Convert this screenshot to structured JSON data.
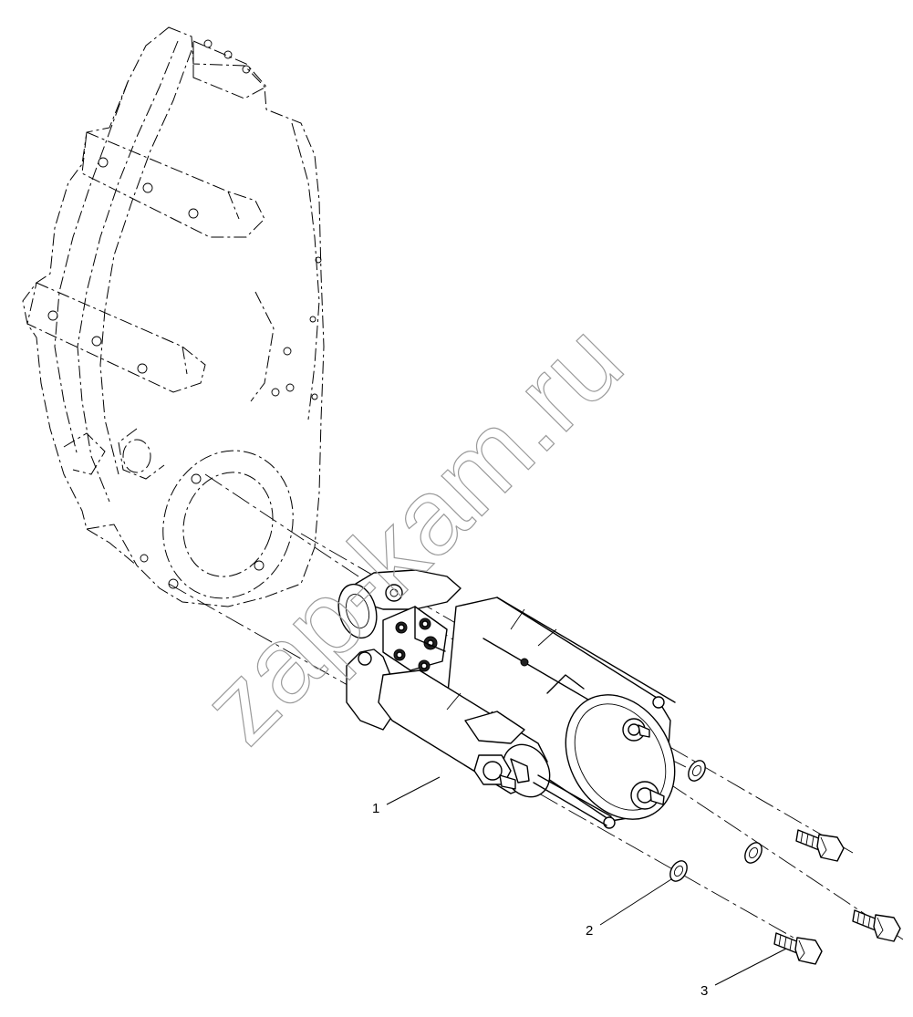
{
  "watermark": "zap-kam.ru",
  "callouts": [
    {
      "id": "1",
      "label": "1"
    },
    {
      "id": "2",
      "label": "2"
    },
    {
      "id": "3",
      "label": "3"
    }
  ],
  "parts": {
    "flywheel_housing": "flywheel-housing-phantom",
    "starter_motor": "starter-motor",
    "washer": "washer",
    "bolt": "bolt"
  }
}
